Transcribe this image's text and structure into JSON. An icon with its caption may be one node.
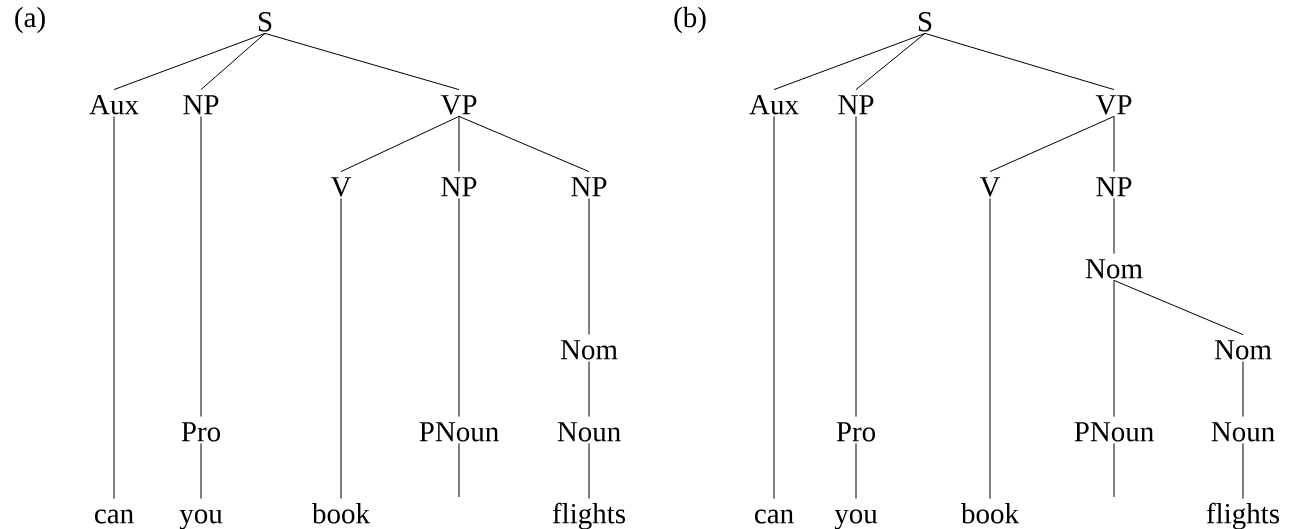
{
  "diagram": {
    "nodes": [
      {
        "text": [
          "S"
        ]
      },
      {
        "text": [
          "Aux"
        ]
      },
      {
        "text": [
          "NP"
        ]
      },
      {
        "text": [
          "VP"
        ]
      },
      {
        "text": [
          "V"
        ]
      },
      {
        "text": [
          "NP"
        ]
      },
      {
        "text": [
          "NP"
        ]
      },
      {
        "text": [
          "Nom"
        ]
      },
      {
        "text": [
          "Pro"
        ]
      },
      {
        "text": [
          "PNoun"
        ]
      },
      {
        "text": [
          "Noun"
        ]
      },
      {
        "text": [
          "can"
        ]
      },
      {
        "text": [
          "you"
        ]
      },
      {
        "text": [
          "book"
        ]
      },
      {
        "text": [
          "flights"
        ]
      },
      {
        "text": [
          "S"
        ]
      },
      {
        "text": [
          "Aux"
        ]
      },
      {
        "text": [
          "NP"
        ]
      },
      {
        "text": [
          "VP"
        ]
      },
      {
        "text": [
          "V"
        ]
      },
      {
        "text": [
          "NP"
        ]
      },
      {
        "text": [
          "Nom"
        ]
      },
      {
        "text": [
          "Nom"
        ]
      },
      {
        "text": [
          "Pro"
        ]
      },
      {
        "text": [
          "PNoun"
        ]
      },
      {
        "text": [
          "Noun"
        ]
      },
      {
        "text": [
          "can"
        ]
      },
      {
        "text": [
          "you"
        ]
      },
      {
        "text": [
          "book"
        ]
      },
      {
        "text": [
          "flights"
        ]
      }
    ],
    "edges": [
      {
        "from": 0,
        "to": 1,
        "arrow": "none"
      },
      {
        "from": 0,
        "to": 2,
        "arrow": "none"
      },
      {
        "from": 0,
        "to": 3,
        "arrow": "none"
      },
      {
        "from": 1,
        "to": 11,
        "arrow": "none"
      },
      {
        "from": 2,
        "to": 8,
        "arrow": "none"
      },
      {
        "from": 8,
        "to": 12,
        "arrow": "none"
      },
      {
        "from": 3,
        "to": 4,
        "arrow": "none"
      },
      {
        "from": 3,
        "to": 5,
        "arrow": "none"
      },
      {
        "from": 3,
        "to": 6,
        "arrow": "none"
      },
      {
        "from": 4,
        "to": 13,
        "arrow": "none"
      },
      {
        "from": 5,
        "to": 9,
        "arrow": "none"
      },
      {
        "from": 9,
        "to": null,
        "arrow": "none"
      },
      {
        "from": 6,
        "to": 7,
        "arrow": "none"
      },
      {
        "from": 7,
        "to": 10,
        "arrow": "none"
      },
      {
        "from": 10,
        "to": 14,
        "arrow": "none"
      },
      {
        "from": 15,
        "to": 16,
        "arrow": "none"
      },
      {
        "from": 15,
        "to": 17,
        "arrow": "none"
      },
      {
        "from": 15,
        "to": 18,
        "arrow": "none"
      },
      {
        "from": 16,
        "to": 26,
        "arrow": "none"
      },
      {
        "from": 17,
        "to": 23,
        "arrow": "none"
      },
      {
        "from": 23,
        "to": 27,
        "arrow": "none"
      },
      {
        "from": 18,
        "to": 19,
        "arrow": "none"
      },
      {
        "from": 18,
        "to": 20,
        "arrow": "none"
      },
      {
        "from": 19,
        "to": 28,
        "arrow": "none"
      },
      {
        "from": 20,
        "to": 21,
        "arrow": "none"
      },
      {
        "from": 21,
        "to": 24,
        "arrow": "none"
      },
      {
        "from": 21,
        "to": 22,
        "arrow": "none"
      },
      {
        "from": 24,
        "to": null,
        "arrow": "none"
      },
      {
        "from": 22,
        "to": 25,
        "arrow": "none"
      },
      {
        "from": 25,
        "to": 29,
        "arrow": "none"
      }
    ],
    "labels": [
      "(a)",
      "(b)"
    ]
  }
}
